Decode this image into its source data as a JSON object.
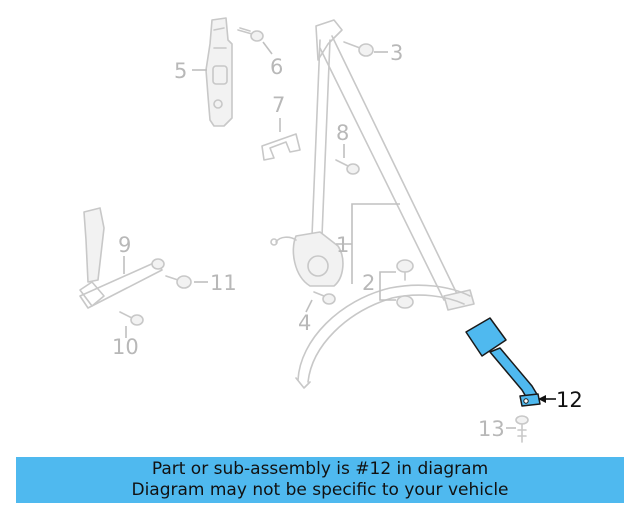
{
  "diagram": {
    "callouts": {
      "c1": "1",
      "c2": "2",
      "c3": "3",
      "c4": "4",
      "c5": "5",
      "c6": "6",
      "c7": "7",
      "c8": "8",
      "c9": "9",
      "c10": "10",
      "c11": "11",
      "c12": "12",
      "c13": "13"
    },
    "highlighted_part": "12",
    "highlight_color": "#4fb9ef",
    "faded_color": "#c8c8c8"
  },
  "banner": {
    "line1": "Part or sub-assembly is #12 in diagram",
    "line2": "Diagram may not be specific to your vehicle"
  }
}
